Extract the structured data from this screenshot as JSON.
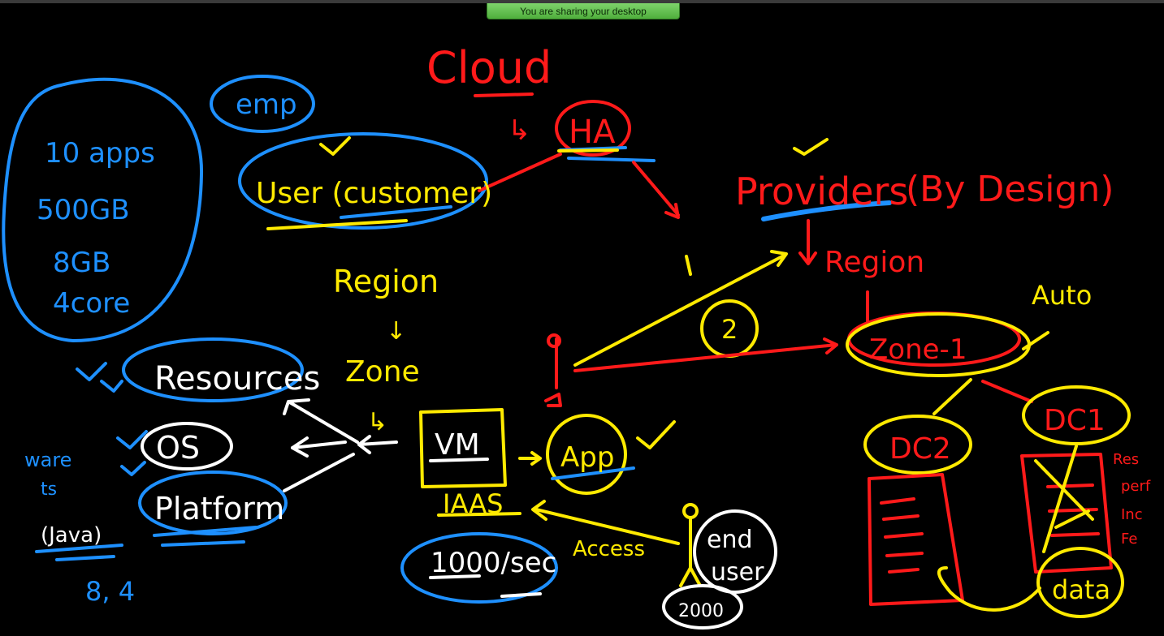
{
  "banner": {
    "text": "You are sharing your desktop"
  },
  "colors": {
    "blue": "#1e90ff",
    "yellow": "#ffea00",
    "red": "#ff1a1a",
    "white": "#ffffff",
    "background": "#000000"
  },
  "notes": {
    "cloud": "Cloud",
    "ha": "HA",
    "ha_arrow": "↳",
    "emp": "emp",
    "specs": [
      "10 apps",
      "500GB",
      "8GB",
      "4core"
    ],
    "user_customer": "User (customer)",
    "providers": "Providers",
    "by_design": "(By Design)",
    "region_red": "Region",
    "region_yellow": "Region",
    "zone_yellow": "Zone",
    "zone_1": "Zone-1",
    "auto": "Auto",
    "circle_2": "2",
    "dc2": "DC2",
    "dc1": "DC1",
    "data": "data",
    "resources": "Resources",
    "os": "OS",
    "platform": "Platform",
    "java": "(Java)",
    "ware": "ware",
    "ware_sub": "ts",
    "eight_four": "8, 4",
    "vm": "VM",
    "iaas": "IAAS",
    "app": "App",
    "access": "Access",
    "end_user": [
      "end",
      "user"
    ],
    "per_sec": "1000/sec",
    "two_k": "2000",
    "dc1_labels": [
      "Res",
      "perf",
      "Inc",
      "Fe"
    ]
  }
}
